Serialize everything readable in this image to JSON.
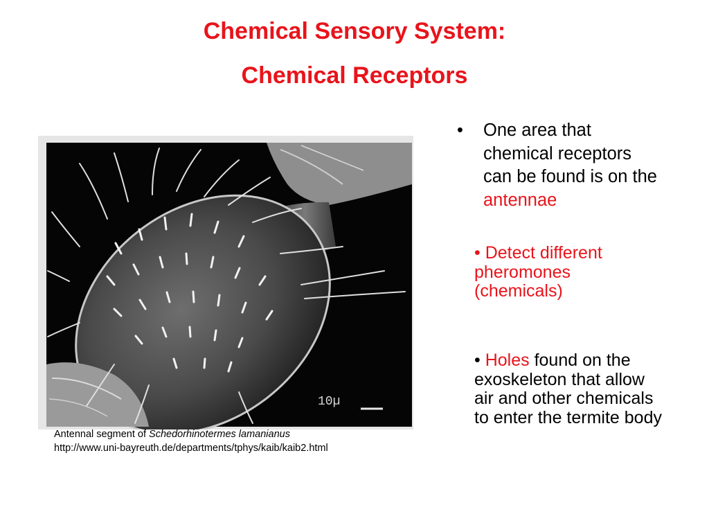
{
  "slide": {
    "title_line1": "Chemical Sensory System:",
    "title_line2": "Chemical Receptors",
    "title_color": "#e8141b",
    "accent_color": "#e8141b"
  },
  "image": {
    "scale_label": "10µ"
  },
  "caption": {
    "prefix": "Antennal segment of ",
    "species": "Schedorhinotermes lamanianus",
    "url": "http://www.uni-bayreuth.de/departments/tphys/kaib/kaib2.html"
  },
  "bullets": {
    "main": {
      "marker": "•",
      "text": "One area that chemical receptors can be found is on the ",
      "highlight": "antennae"
    },
    "sub1": {
      "marker": "•",
      "text": " Detect different pheromones (chemicals)"
    },
    "sub2": {
      "marker": "•",
      "highlight": "Holes",
      "text": " found on the exoskeleton that allow air and other chemicals to enter the termite body"
    }
  }
}
